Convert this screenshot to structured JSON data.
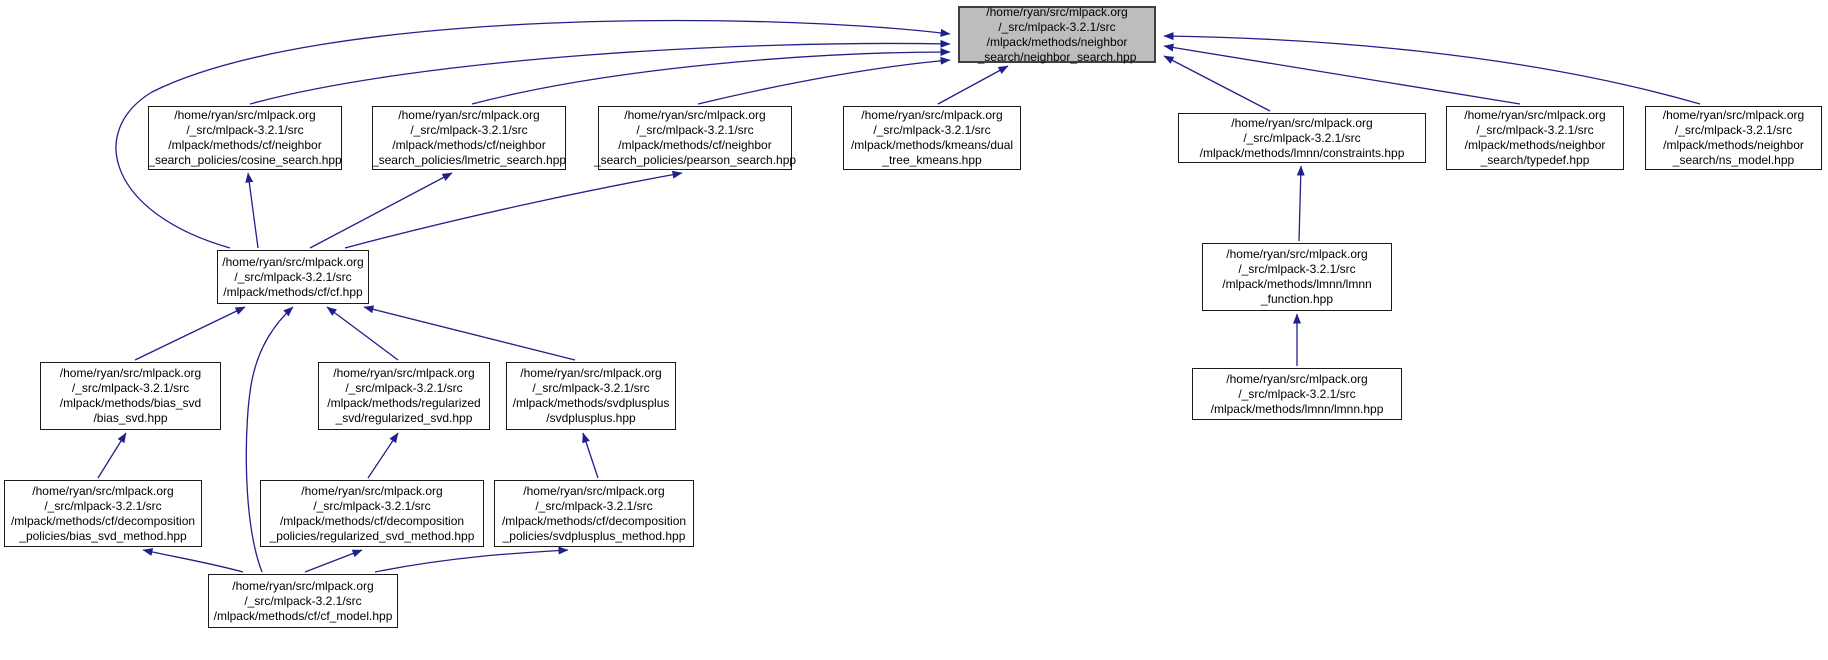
{
  "diagram": {
    "type": "include-dependency-graph",
    "root_file": "neighbor_search.hpp"
  },
  "colors": {
    "edge": "#20208d",
    "node_border": "#1a1a1a",
    "node_fill": "#ffffff",
    "root_fill": "#bdbdbd",
    "root_border": "#404040",
    "text": "#000000"
  },
  "nodes": [
    {
      "id": "root",
      "root": true,
      "lines": [
        "/home/ryan/src/mlpack.org",
        "/_src/mlpack-3.2.1/src",
        "/mlpack/methods/neighbor",
        "_search/neighbor_search.hpp"
      ]
    },
    {
      "id": "cosine",
      "root": false,
      "lines": [
        "/home/ryan/src/mlpack.org",
        "/_src/mlpack-3.2.1/src",
        "/mlpack/methods/cf/neighbor",
        "_search_policies/cosine_search.hpp"
      ]
    },
    {
      "id": "lmetric",
      "root": false,
      "lines": [
        "/home/ryan/src/mlpack.org",
        "/_src/mlpack-3.2.1/src",
        "/mlpack/methods/cf/neighbor",
        "_search_policies/lmetric_search.hpp"
      ]
    },
    {
      "id": "pearson",
      "root": false,
      "lines": [
        "/home/ryan/src/mlpack.org",
        "/_src/mlpack-3.2.1/src",
        "/mlpack/methods/cf/neighbor",
        "_search_policies/pearson_search.hpp"
      ]
    },
    {
      "id": "dualtree",
      "root": false,
      "lines": [
        "/home/ryan/src/mlpack.org",
        "/_src/mlpack-3.2.1/src",
        "/mlpack/methods/kmeans/dual",
        "_tree_kmeans.hpp"
      ]
    },
    {
      "id": "constraints",
      "root": false,
      "lines": [
        "/home/ryan/src/mlpack.org",
        "/_src/mlpack-3.2.1/src",
        "/mlpack/methods/lmnn/constraints.hpp"
      ]
    },
    {
      "id": "typedef",
      "root": false,
      "lines": [
        "/home/ryan/src/mlpack.org",
        "/_src/mlpack-3.2.1/src",
        "/mlpack/methods/neighbor",
        "_search/typedef.hpp"
      ]
    },
    {
      "id": "nsmodel",
      "root": false,
      "lines": [
        "/home/ryan/src/mlpack.org",
        "/_src/mlpack-3.2.1/src",
        "/mlpack/methods/neighbor",
        "_search/ns_model.hpp"
      ]
    },
    {
      "id": "cf",
      "root": false,
      "lines": [
        "/home/ryan/src/mlpack.org",
        "/_src/mlpack-3.2.1/src",
        "/mlpack/methods/cf/cf.hpp"
      ]
    },
    {
      "id": "lmnnfunc",
      "root": false,
      "lines": [
        "/home/ryan/src/mlpack.org",
        "/_src/mlpack-3.2.1/src",
        "/mlpack/methods/lmnn/lmnn",
        "_function.hpp"
      ]
    },
    {
      "id": "biassvd",
      "root": false,
      "lines": [
        "/home/ryan/src/mlpack.org",
        "/_src/mlpack-3.2.1/src",
        "/mlpack/methods/bias_svd",
        "/bias_svd.hpp"
      ]
    },
    {
      "id": "regsvd",
      "root": false,
      "lines": [
        "/home/ryan/src/mlpack.org",
        "/_src/mlpack-3.2.1/src",
        "/mlpack/methods/regularized",
        "_svd/regularized_svd.hpp"
      ]
    },
    {
      "id": "svdpp",
      "root": false,
      "lines": [
        "/home/ryan/src/mlpack.org",
        "/_src/mlpack-3.2.1/src",
        "/mlpack/methods/svdplusplus",
        "/svdplusplus.hpp"
      ]
    },
    {
      "id": "lmnn",
      "root": false,
      "lines": [
        "/home/ryan/src/mlpack.org",
        "/_src/mlpack-3.2.1/src",
        "/mlpack/methods/lmnn/lmnn.hpp"
      ]
    },
    {
      "id": "biasmethod",
      "root": false,
      "lines": [
        "/home/ryan/src/mlpack.org",
        "/_src/mlpack-3.2.1/src",
        "/mlpack/methods/cf/decomposition",
        "_policies/bias_svd_method.hpp"
      ]
    },
    {
      "id": "regmethod",
      "root": false,
      "lines": [
        "/home/ryan/src/mlpack.org",
        "/_src/mlpack-3.2.1/src",
        "/mlpack/methods/cf/decomposition",
        "_policies/regularized_svd_method.hpp"
      ]
    },
    {
      "id": "svdppmethod",
      "root": false,
      "lines": [
        "/home/ryan/src/mlpack.org",
        "/_src/mlpack-3.2.1/src",
        "/mlpack/methods/cf/decomposition",
        "_policies/svdplusplus_method.hpp"
      ]
    },
    {
      "id": "cfmodel",
      "root": false,
      "lines": [
        "/home/ryan/src/mlpack.org",
        "/_src/mlpack-3.2.1/src",
        "/mlpack/methods/cf/cf_model.hpp"
      ]
    }
  ],
  "edges": [
    {
      "from": "cosine",
      "to": "root"
    },
    {
      "from": "lmetric",
      "to": "root"
    },
    {
      "from": "pearson",
      "to": "root"
    },
    {
      "from": "dualtree",
      "to": "root"
    },
    {
      "from": "cf",
      "to": "root"
    },
    {
      "from": "constraints",
      "to": "root"
    },
    {
      "from": "typedef",
      "to": "root"
    },
    {
      "from": "nsmodel",
      "to": "root"
    },
    {
      "from": "cf",
      "to": "cosine"
    },
    {
      "from": "cf",
      "to": "lmetric"
    },
    {
      "from": "cf",
      "to": "pearson"
    },
    {
      "from": "biassvd",
      "to": "cf"
    },
    {
      "from": "regsvd",
      "to": "cf"
    },
    {
      "from": "svdpp",
      "to": "cf"
    },
    {
      "from": "cfmodel",
      "to": "cf"
    },
    {
      "from": "lmnnfunc",
      "to": "constraints"
    },
    {
      "from": "lmnn",
      "to": "lmnnfunc"
    },
    {
      "from": "biasmethod",
      "to": "biassvd"
    },
    {
      "from": "regmethod",
      "to": "regsvd"
    },
    {
      "from": "svdppmethod",
      "to": "svdpp"
    },
    {
      "from": "cfmodel",
      "to": "biasmethod"
    },
    {
      "from": "cfmodel",
      "to": "regmethod"
    },
    {
      "from": "cfmodel",
      "to": "svdppmethod"
    }
  ]
}
